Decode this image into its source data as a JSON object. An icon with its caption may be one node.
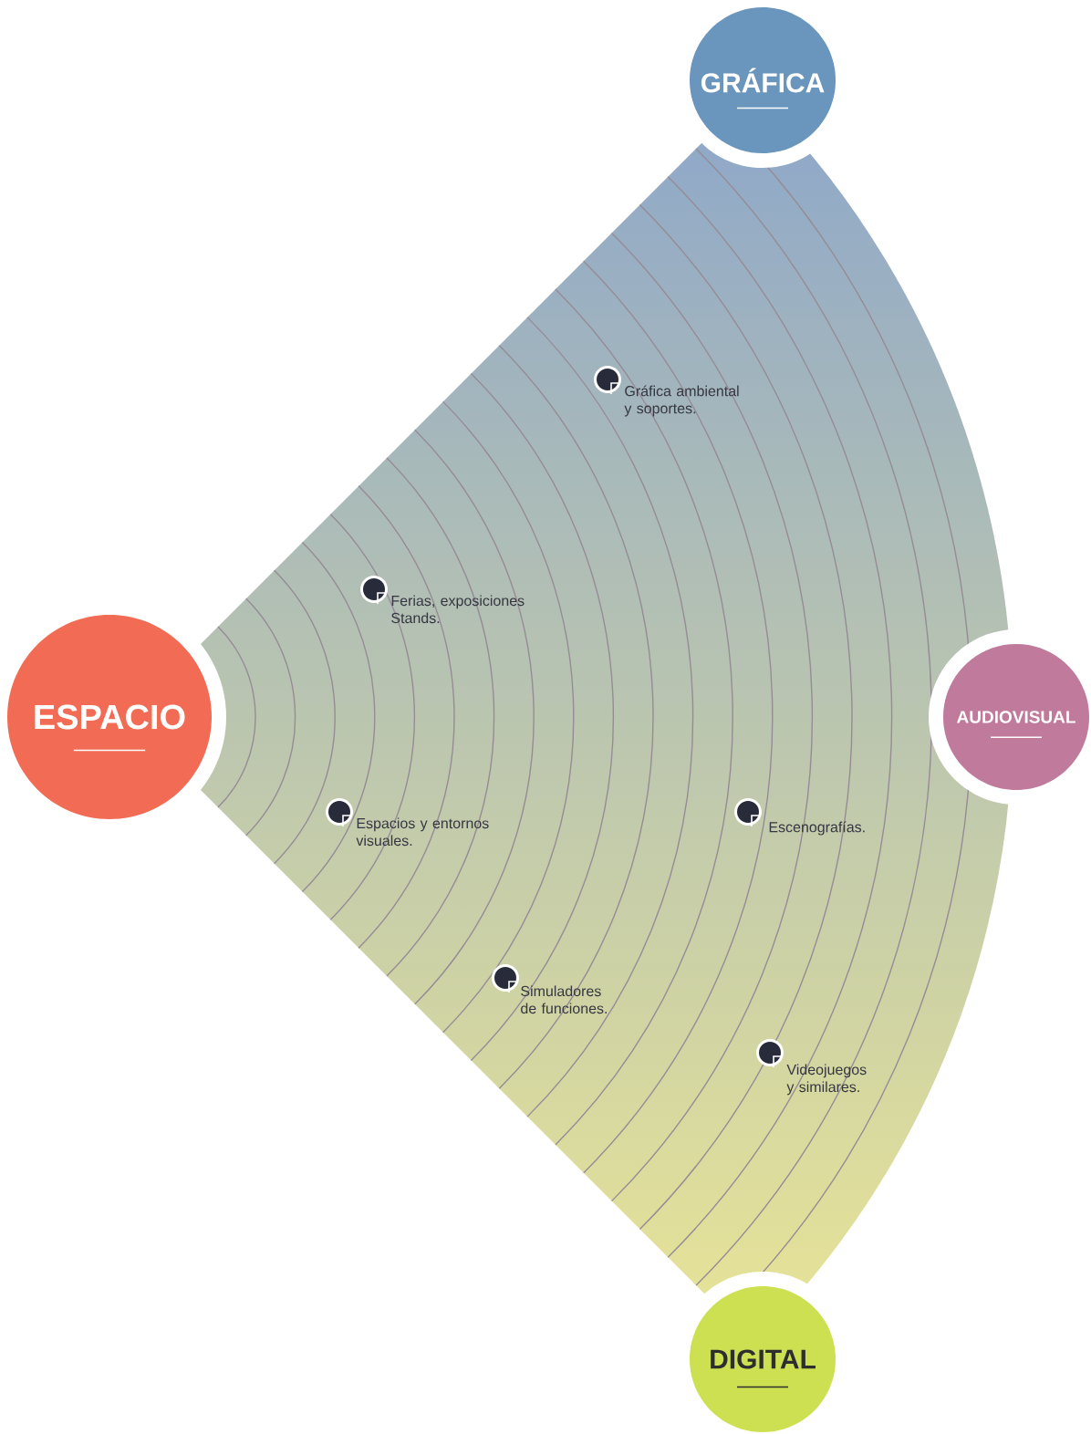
{
  "diagram": {
    "nodes": [
      {
        "text": [
          "ESPACIO"
        ]
      },
      {
        "text": [
          "GRÁFICA"
        ]
      },
      {
        "text": [
          "AUDIOVISUAL"
        ]
      },
      {
        "text": [
          "DIGITAL"
        ]
      },
      {
        "text": [
          "Gráfica ambiental y soportes."
        ]
      },
      {
        "text": [
          "Ferias, exposiciones Stands."
        ]
      },
      {
        "text": [
          "Espacios y entornos visuales."
        ]
      },
      {
        "text": [
          "Escenografías."
        ]
      },
      {
        "text": [
          "Simuladores de funciones."
        ]
      },
      {
        "text": [
          "Videojuegos y similares."
        ]
      }
    ]
  }
}
